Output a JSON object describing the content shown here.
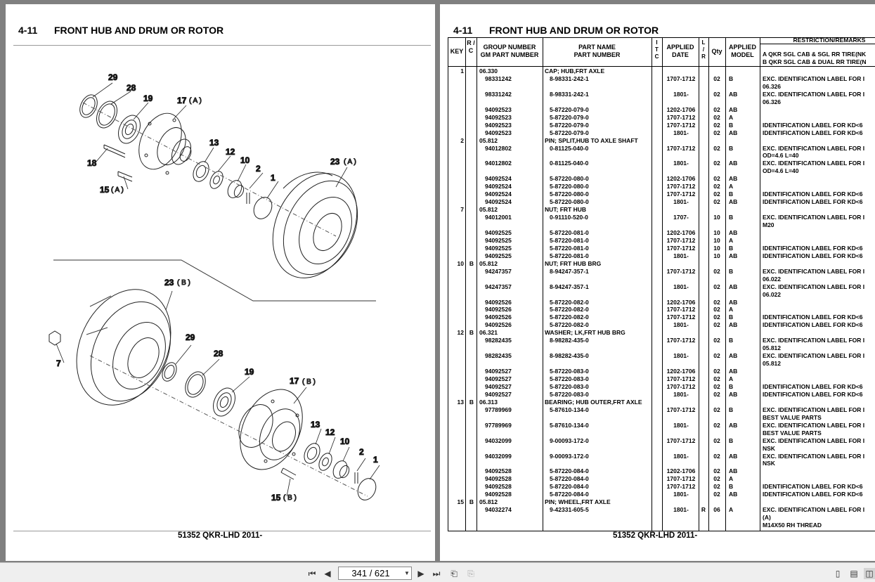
{
  "section_num": "4-11",
  "section_title": "FRONT HUB AND DRUM OR ROTOR",
  "footer": "51352 QKR-LHD 2011-",
  "drawing": {
    "labels_top": [
      {
        "t": "29",
        "id": "29a"
      },
      {
        "t": "28",
        "id": "28a"
      },
      {
        "t": "19",
        "id": "19a"
      },
      {
        "t": "17",
        "id": "17a"
      },
      {
        "t": "18",
        "id": "18a"
      },
      {
        "t": "13",
        "id": "13a"
      },
      {
        "t": "12",
        "id": "12a"
      },
      {
        "t": "10",
        "id": "10a"
      },
      {
        "t": "2",
        "id": "2a"
      },
      {
        "t": "1",
        "id": "1a"
      },
      {
        "t": "23",
        "id": "23a"
      },
      {
        "t": "15",
        "id": "15a"
      }
    ],
    "labels_bottom": [
      {
        "t": "23",
        "id": "23b"
      },
      {
        "t": "7",
        "id": "7b"
      },
      {
        "t": "29",
        "id": "29b"
      },
      {
        "t": "28",
        "id": "28b"
      },
      {
        "t": "19",
        "id": "19b"
      },
      {
        "t": "17",
        "id": "17b"
      },
      {
        "t": "13",
        "id": "13b"
      },
      {
        "t": "12",
        "id": "12b"
      },
      {
        "t": "10",
        "id": "10b"
      },
      {
        "t": "2",
        "id": "2b"
      },
      {
        "t": "1",
        "id": "1b"
      },
      {
        "t": "15",
        "id": "15b"
      }
    ],
    "variant_a": "( A )",
    "variant_b": "( B )"
  },
  "table": {
    "headers": {
      "key": "KEY",
      "rc": "R / C",
      "group": "GROUP NUMBER",
      "gm": "GM PART NUMBER",
      "part_name_1": "PART NAME",
      "part_name_2": "PART NUMBER",
      "itc": "I T C",
      "date_1": "APPLIED",
      "date_2": "DATE",
      "lr": "L / R",
      "qty": "Qty",
      "model_1": "APPLIED",
      "model_2": "MODEL",
      "remarks_title": "RESTRICTION/REMARKS",
      "remarks_a": "A QKR SGL CAB & SGL RR TIRE(NK",
      "remarks_b": "B QKR SGL CAB & DUAL RR TIRE(N"
    },
    "rows": [
      {
        "key": "1",
        "rc": "",
        "gm": "06.330",
        "pn": "CAP; HUB,FRT AXLE",
        "grp": true
      },
      {
        "gm": "98331242",
        "pn": "8-98331-242-1",
        "date": "1707-1712",
        "qty": "02",
        "model": "B",
        "rem": "EXC. IDENTIFICATION LABEL FOR I",
        "rem2": "06.326"
      },
      {
        "gm": "98331242",
        "pn": "8-98331-242-1",
        "date": "1801-",
        "qty": "02",
        "model": "AB",
        "rem": "EXC. IDENTIFICATION LABEL FOR I",
        "rem2": "06.326"
      },
      {
        "gm": "94092523",
        "pn": "5-87220-079-0",
        "date": "1202-1706",
        "qty": "02",
        "model": "AB"
      },
      {
        "gm": "94092523",
        "pn": "5-87220-079-0",
        "date": "1707-1712",
        "qty": "02",
        "model": "A"
      },
      {
        "gm": "94092523",
        "pn": "5-87220-079-0",
        "date": "1707-1712",
        "qty": "02",
        "model": "B",
        "rem": "IDENTIFICATION LABEL FOR KD<6"
      },
      {
        "gm": "94092523",
        "pn": "5-87220-079-0",
        "date": "1801-",
        "qty": "02",
        "model": "AB",
        "rem": "IDENTIFICATION LABEL FOR KD<6"
      },
      {
        "key": "2",
        "rc": "",
        "gm": "05.812",
        "pn": "PIN; SPLIT,HUB TO AXLE SHAFT",
        "grp": true
      },
      {
        "gm": "94012802",
        "pn": "0-81125-040-0",
        "date": "1707-1712",
        "qty": "02",
        "model": "B",
        "rem": "EXC. IDENTIFICATION LABEL FOR I",
        "rem2": "OD=4.6 L=40"
      },
      {
        "gm": "94012802",
        "pn": "0-81125-040-0",
        "date": "1801-",
        "qty": "02",
        "model": "AB",
        "rem": "EXC. IDENTIFICATION LABEL FOR I",
        "rem2": "OD=4.6 L=40"
      },
      {
        "gm": "94092524",
        "pn": "5-87220-080-0",
        "date": "1202-1706",
        "qty": "02",
        "model": "AB"
      },
      {
        "gm": "94092524",
        "pn": "5-87220-080-0",
        "date": "1707-1712",
        "qty": "02",
        "model": "A"
      },
      {
        "gm": "94092524",
        "pn": "5-87220-080-0",
        "date": "1707-1712",
        "qty": "02",
        "model": "B",
        "rem": "IDENTIFICATION LABEL FOR KD<6"
      },
      {
        "gm": "94092524",
        "pn": "5-87220-080-0",
        "date": "1801-",
        "qty": "02",
        "model": "AB",
        "rem": "IDENTIFICATION LABEL FOR KD<6"
      },
      {
        "key": "7",
        "rc": "",
        "gm": "05.812",
        "pn": "NUT; FRT HUB",
        "grp": true
      },
      {
        "gm": "94012001",
        "pn": "0-91110-520-0",
        "date": "1707-",
        "qty": "10",
        "model": "B",
        "rem": "EXC. IDENTIFICATION LABEL FOR I",
        "rem2": "M20"
      },
      {
        "gm": "94092525",
        "pn": "5-87220-081-0",
        "date": "1202-1706",
        "qty": "10",
        "model": "AB"
      },
      {
        "gm": "94092525",
        "pn": "5-87220-081-0",
        "date": "1707-1712",
        "qty": "10",
        "model": "A"
      },
      {
        "gm": "94092525",
        "pn": "5-87220-081-0",
        "date": "1707-1712",
        "qty": "10",
        "model": "B",
        "rem": "IDENTIFICATION LABEL FOR KD<6"
      },
      {
        "gm": "94092525",
        "pn": "5-87220-081-0",
        "date": "1801-",
        "qty": "10",
        "model": "AB",
        "rem": "IDENTIFICATION LABEL FOR KD<6"
      },
      {
        "key": "10",
        "rc": "B",
        "gm": "05.812",
        "pn": "NUT; FRT HUB BRG",
        "grp": true
      },
      {
        "gm": "94247357",
        "pn": "8-94247-357-1",
        "date": "1707-1712",
        "qty": "02",
        "model": "B",
        "rem": "EXC. IDENTIFICATION LABEL FOR I",
        "rem2": "06.022"
      },
      {
        "gm": "94247357",
        "pn": "8-94247-357-1",
        "date": "1801-",
        "qty": "02",
        "model": "AB",
        "rem": "EXC. IDENTIFICATION LABEL FOR I",
        "rem2": "06.022"
      },
      {
        "gm": "94092526",
        "pn": "5-87220-082-0",
        "date": "1202-1706",
        "qty": "02",
        "model": "AB"
      },
      {
        "gm": "94092526",
        "pn": "5-87220-082-0",
        "date": "1707-1712",
        "qty": "02",
        "model": "A"
      },
      {
        "gm": "94092526",
        "pn": "5-87220-082-0",
        "date": "1707-1712",
        "qty": "02",
        "model": "B",
        "rem": "IDENTIFICATION LABEL FOR KD<6"
      },
      {
        "gm": "94092526",
        "pn": "5-87220-082-0",
        "date": "1801-",
        "qty": "02",
        "model": "AB",
        "rem": "IDENTIFICATION LABEL FOR KD<6"
      },
      {
        "key": "12",
        "rc": "B",
        "gm": "06.321",
        "pn": "WASHER; LK,FRT HUB BRG",
        "grp": true
      },
      {
        "gm": "98282435",
        "pn": "8-98282-435-0",
        "date": "1707-1712",
        "qty": "02",
        "model": "B",
        "rem": "EXC. IDENTIFICATION LABEL FOR I",
        "rem2": "05.812"
      },
      {
        "gm": "98282435",
        "pn": "8-98282-435-0",
        "date": "1801-",
        "qty": "02",
        "model": "AB",
        "rem": "EXC. IDENTIFICATION LABEL FOR I",
        "rem2": "05.812"
      },
      {
        "gm": "94092527",
        "pn": "5-87220-083-0",
        "date": "1202-1706",
        "qty": "02",
        "model": "AB"
      },
      {
        "gm": "94092527",
        "pn": "5-87220-083-0",
        "date": "1707-1712",
        "qty": "02",
        "model": "A"
      },
      {
        "gm": "94092527",
        "pn": "5-87220-083-0",
        "date": "1707-1712",
        "qty": "02",
        "model": "B",
        "rem": "IDENTIFICATION LABEL FOR KD<6"
      },
      {
        "gm": "94092527",
        "pn": "5-87220-083-0",
        "date": "1801-",
        "qty": "02",
        "model": "AB",
        "rem": "IDENTIFICATION LABEL FOR KD<6"
      },
      {
        "key": "13",
        "rc": "B",
        "gm": "06.313",
        "pn": "BEARING; HUB OUTER,FRT AXLE",
        "grp": true
      },
      {
        "gm": "97789969",
        "pn": "5-87610-134-0",
        "date": "1707-1712",
        "qty": "02",
        "model": "B",
        "rem": "EXC. IDENTIFICATION LABEL FOR I",
        "rem2": "BEST VALUE PARTS"
      },
      {
        "gm": "97789969",
        "pn": "5-87610-134-0",
        "date": "1801-",
        "qty": "02",
        "model": "AB",
        "rem": "EXC. IDENTIFICATION LABEL FOR I",
        "rem2": "BEST VALUE PARTS"
      },
      {
        "gm": "94032099",
        "pn": "9-00093-172-0",
        "date": "1707-1712",
        "qty": "02",
        "model": "B",
        "rem": "EXC. IDENTIFICATION LABEL FOR I",
        "rem2": "NSK"
      },
      {
        "gm": "94032099",
        "pn": "9-00093-172-0",
        "date": "1801-",
        "qty": "02",
        "model": "AB",
        "rem": "EXC. IDENTIFICATION LABEL FOR I",
        "rem2": "NSK"
      },
      {
        "gm": "94092528",
        "pn": "5-87220-084-0",
        "date": "1202-1706",
        "qty": "02",
        "model": "AB"
      },
      {
        "gm": "94092528",
        "pn": "5-87220-084-0",
        "date": "1707-1712",
        "qty": "02",
        "model": "A"
      },
      {
        "gm": "94092528",
        "pn": "5-87220-084-0",
        "date": "1707-1712",
        "qty": "02",
        "model": "B",
        "rem": "IDENTIFICATION LABEL FOR KD<6"
      },
      {
        "gm": "94092528",
        "pn": "5-87220-084-0",
        "date": "1801-",
        "qty": "02",
        "model": "AB",
        "rem": "IDENTIFICATION LABEL FOR KD<6"
      },
      {
        "key": "15",
        "rc": "B",
        "gm": "05.812",
        "pn": "PIN; WHEEL,FRT AXLE",
        "grp": true
      },
      {
        "gm": "94032274",
        "pn": "9-42331-605-5",
        "date": "1801-",
        "lr": "R",
        "qty": "06",
        "model": "A",
        "rem": "EXC. IDENTIFICATION LABEL FOR I",
        "rem2": "(A)",
        "rem3": "M14X50 RH THREAD"
      }
    ]
  },
  "toolbar": {
    "page_indicator": "341 / 621"
  }
}
